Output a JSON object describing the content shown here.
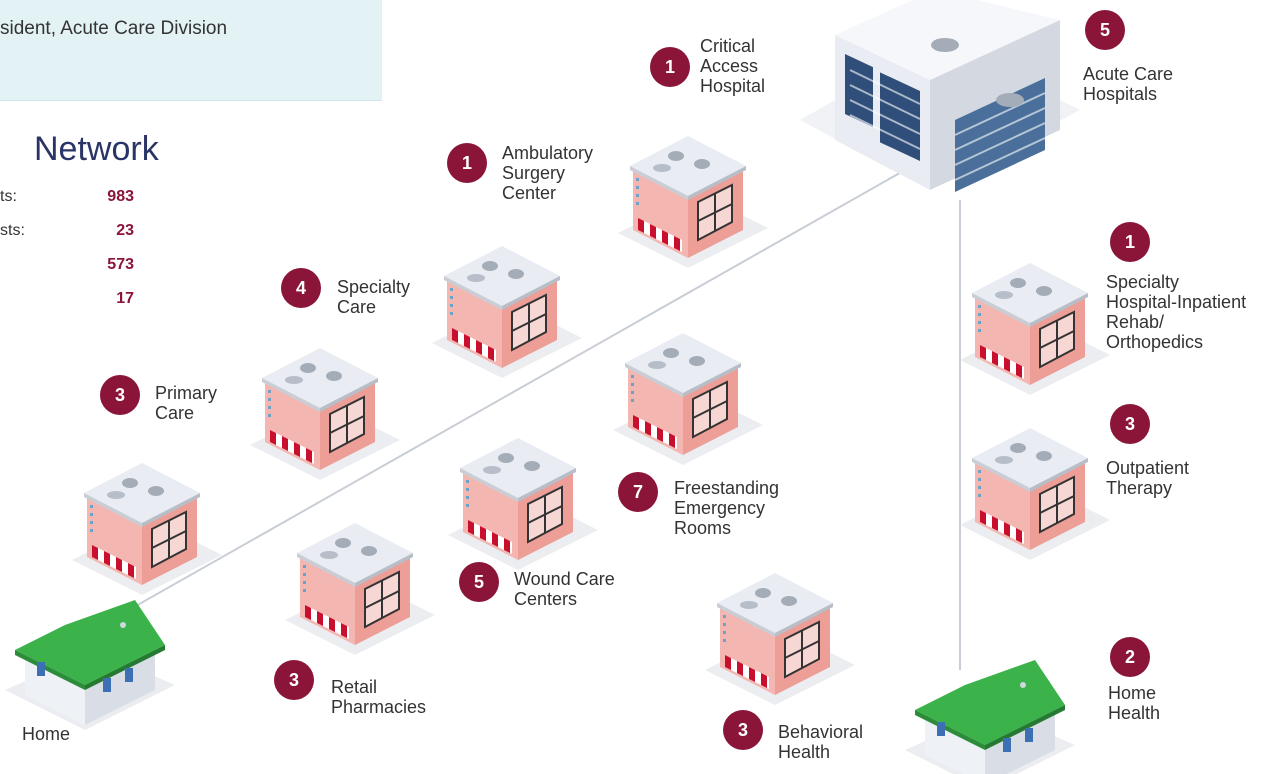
{
  "header": {
    "callout_text": "sident, Acute Care Division",
    "title": "Network"
  },
  "stats": [
    {
      "label": "ts:",
      "value": "983"
    },
    {
      "label": "sts:",
      "value": "23"
    },
    {
      "label": "",
      "value": "573"
    },
    {
      "label": "",
      "value": "17"
    }
  ],
  "nodes": {
    "critical_access": {
      "count": "1",
      "label_lines": [
        "Critical",
        "Access",
        "Hospital"
      ]
    },
    "acute_care": {
      "count": "5",
      "label_lines": [
        "Acute Care",
        "Hospitals"
      ]
    },
    "ambulatory": {
      "count": "1",
      "label_lines": [
        "Ambulatory",
        "Surgery",
        "Center"
      ]
    },
    "specialty_care": {
      "count": "4",
      "label_lines": [
        "Specialty",
        "Care"
      ]
    },
    "primary_care": {
      "count": "3",
      "label_lines": [
        "Primary",
        "Care"
      ]
    },
    "specialty_hospital": {
      "count": "1",
      "label_lines": [
        "Specialty",
        "Hospital-Inpatient",
        "Rehab/",
        "Orthopedics"
      ]
    },
    "outpatient": {
      "count": "3",
      "label_lines": [
        "Outpatient",
        "Therapy"
      ]
    },
    "freestanding_er": {
      "count": "7",
      "label_lines": [
        "Freestanding",
        "Emergency",
        "Rooms"
      ]
    },
    "wound_care": {
      "count": "5",
      "label_lines": [
        "Wound Care",
        "Centers"
      ]
    },
    "retail_pharmacies": {
      "count": "3",
      "label_lines": [
        "Retail",
        "Pharmacies"
      ]
    },
    "behavioral_health": {
      "count": "3",
      "label_lines": [
        "Behavioral",
        "Health"
      ]
    },
    "home_health": {
      "count": "2",
      "label_lines": [
        "Home",
        "Health"
      ]
    },
    "home": {
      "label_lines": [
        "Home"
      ]
    }
  },
  "colors": {
    "badge": "#8a1538",
    "title": "#2b3467",
    "callout_bg": "#e3f2f5",
    "building_wall": "#f4b6b0",
    "building_roof": "#e9ecf2",
    "house_roof": "#3bb24a",
    "line": "#c9ced6"
  }
}
